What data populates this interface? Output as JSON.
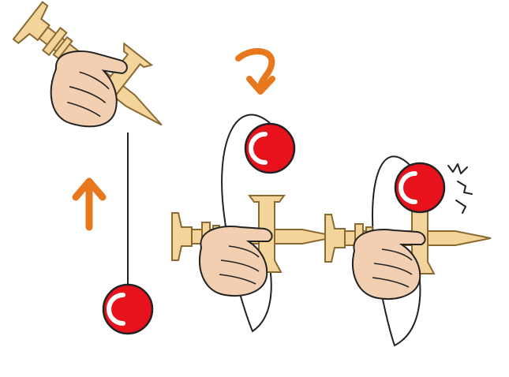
{
  "illustration": {
    "steps": [
      {
        "id": "step-1",
        "arrow": "up-arrow",
        "action": "pull-up"
      },
      {
        "id": "step-2",
        "arrow": "curved-down-arrow",
        "action": "ball-falls"
      },
      {
        "id": "step-3",
        "arrow": "none",
        "action": "ball-lands-on-cup"
      }
    ],
    "icons": [
      "kendama",
      "hand",
      "ball",
      "up-arrow",
      "curved-down-arrow",
      "impact-marks"
    ]
  },
  "colors": {
    "ball": "#e8121c",
    "ball_outline": "#222222",
    "wood": "#f3d49a",
    "wood_outline": "#8a6a30",
    "skin": "#f1cfb0",
    "arrow": "#e8781e",
    "string": "#222222"
  }
}
